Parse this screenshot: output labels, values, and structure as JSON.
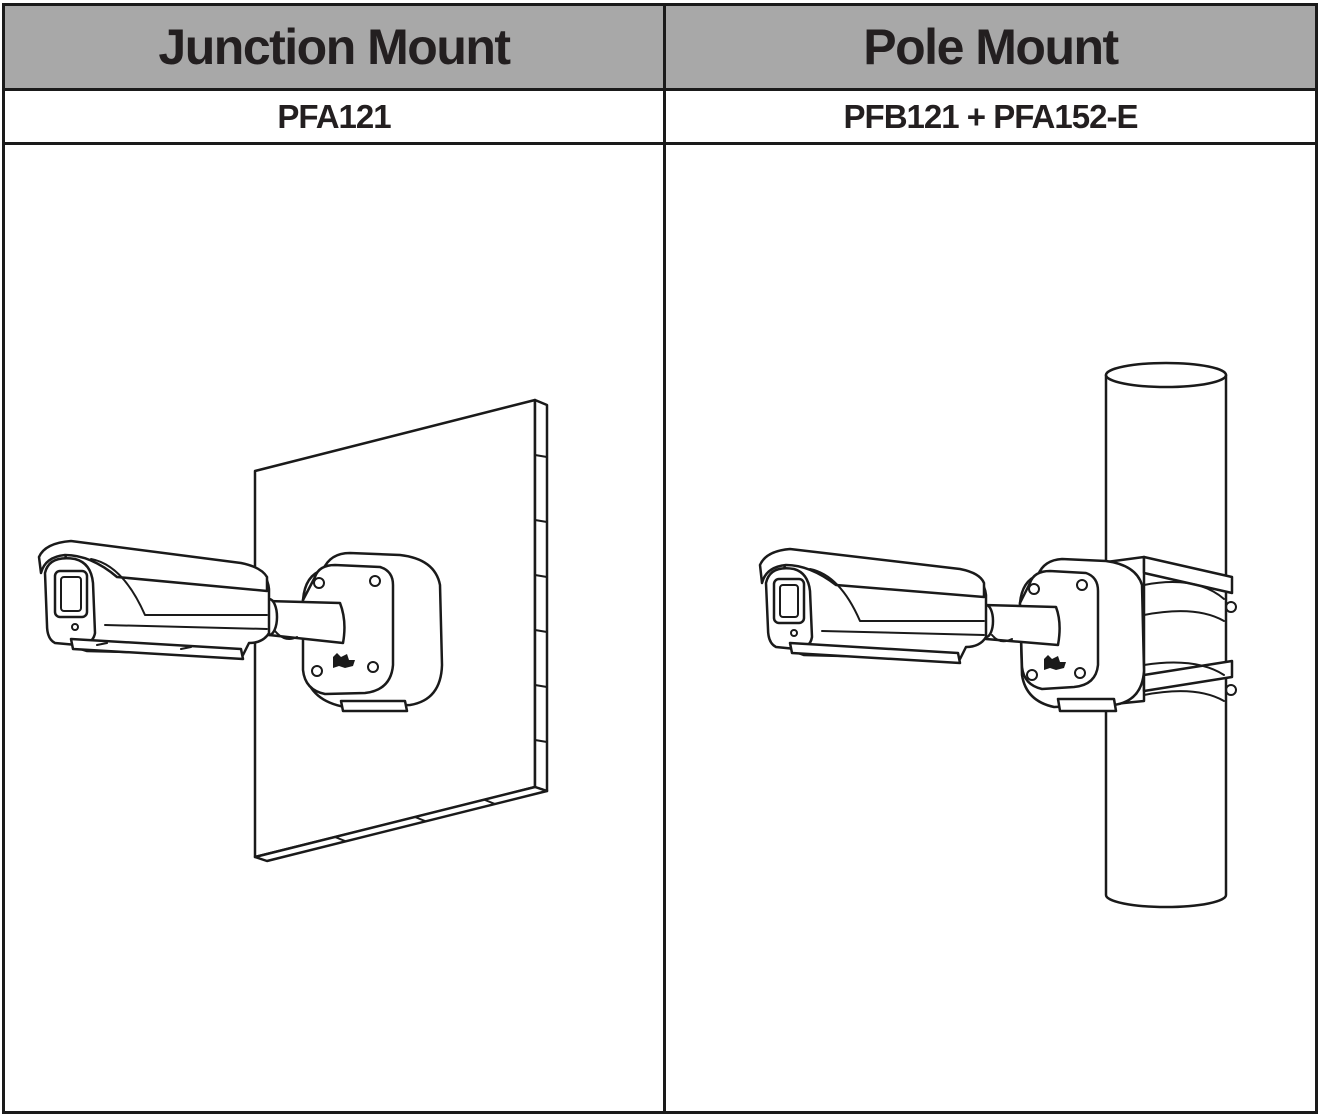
{
  "table": {
    "columns": [
      {
        "title": "Junction Mount",
        "model": "PFA121",
        "illustration_icon": "wall-junction-mount-camera-icon"
      },
      {
        "title": "Pole Mount",
        "model": "PFB121 + PFA152-E",
        "illustration_icon": "pole-mount-camera-icon"
      }
    ]
  },
  "colors": {
    "header_background": "#a8a8a8",
    "border": "#1a1a1a",
    "text": "#231f20"
  }
}
